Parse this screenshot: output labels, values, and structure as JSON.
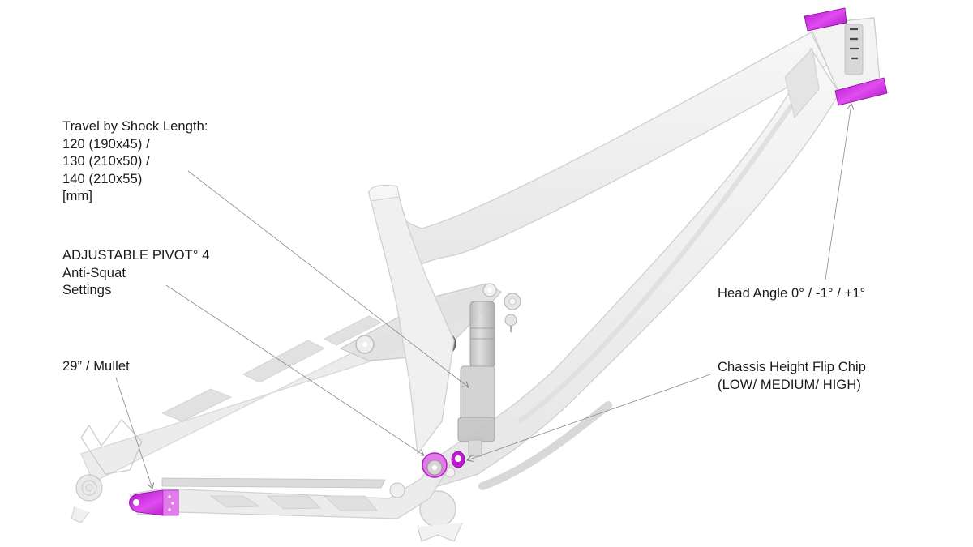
{
  "diagram": {
    "subject": "Full-suspension bicycle frame with adjustable features highlighted",
    "highlight_color": "#cc22dd",
    "frame_color": "#efefef",
    "frame_outline_color": "#d2d2d2",
    "leader_line_color": "#8a8a8a",
    "text_color": "#1a1a1a"
  },
  "callouts": {
    "travel": {
      "lines": [
        "Travel by Shock Length:",
        "120 (190x45) /",
        "130 (210x50) /",
        "140 (210x55)",
        "[mm]"
      ],
      "target": "rear-shock"
    },
    "pivot": {
      "lines": [
        "ADJUSTABLE PIVOT° 4",
        "Anti-Squat",
        "Settings"
      ],
      "target": "main-pivot"
    },
    "wheel": {
      "lines": [
        "29” / Mullet"
      ],
      "target": "chainstay-flip-chip"
    },
    "head_angle": {
      "lines": [
        "Head Angle 0° / -1° / +1°"
      ],
      "target": "headset-cups"
    },
    "chassis_height": {
      "lines": [
        "Chassis Height Flip Chip",
        "(LOW/ MEDIUM/ HIGH)"
      ],
      "target": "shock-mount-flip-chip"
    }
  }
}
